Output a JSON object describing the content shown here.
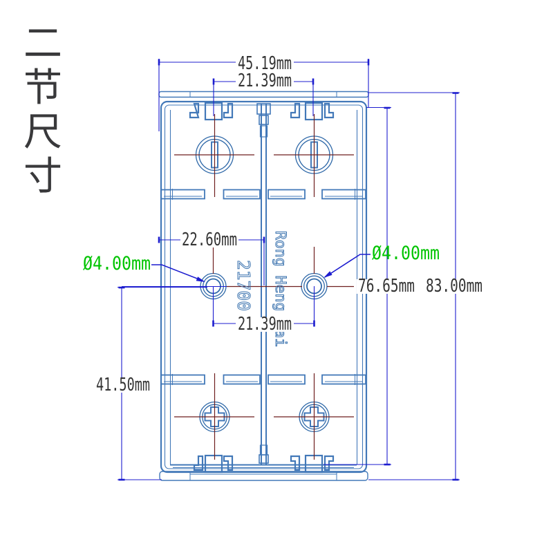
{
  "page": {
    "title_vertical": "二节尺寸",
    "title_chars": [
      "二",
      "节",
      "尺",
      "寸"
    ]
  },
  "drawing": {
    "model": "21700",
    "brand": "Rong Heng Tai",
    "view": "battery-holder-top-view-2-cell",
    "dimensions": {
      "outer_width": "45.19mm",
      "clip_spacing_top": "21.39mm",
      "center_offset": "22.60mm",
      "hole_spacing": "21.39mm",
      "hole_diameter_left": "Ø4.00mm",
      "hole_diameter_right": "Ø4.00mm",
      "hole_bottom_offset": "41.50mm",
      "inner_height": "76.65mm",
      "outer_height": "83.00mm"
    },
    "colors": {
      "background": "#ffffff",
      "body_line": "#4278b8",
      "body_line_thin": "#2e68a8",
      "dimension_line": "#1c1ccf",
      "centerline": "#6e1e1e",
      "label_green": "#00c400",
      "dimension_text": "#333333",
      "title_text": "#39393b"
    }
  }
}
